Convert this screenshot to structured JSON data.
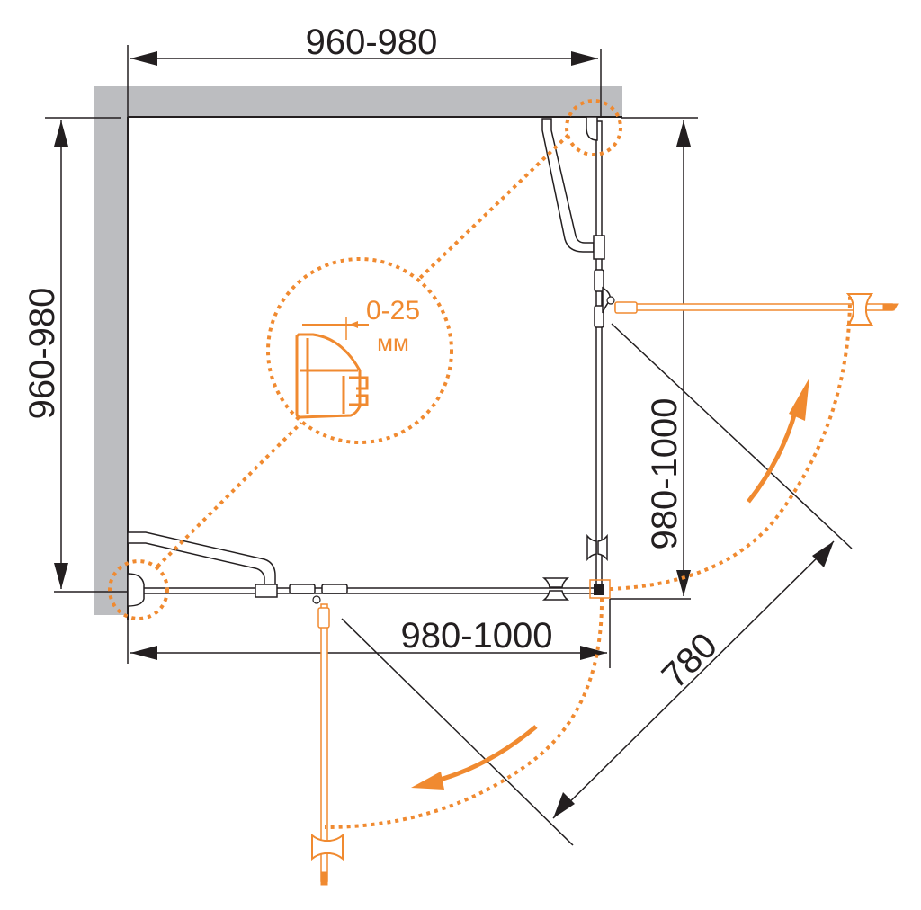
{
  "diagram": {
    "type": "shower-enclosure-plan",
    "colors": {
      "line": "#231f20",
      "wall": "#bcbdc0",
      "accent": "#f08a30"
    },
    "dimensions": {
      "top_width": "960-980",
      "left_height": "960-980",
      "right_height": "980-1000",
      "bottom_width": "980-1000",
      "door_diagonal": "780"
    },
    "detail_callout": {
      "adjustment_range": "0-25",
      "unit": "мм"
    },
    "icons": [
      "wall-bracket-icon",
      "hinge-icon",
      "door-handle-icon",
      "profile-section-icon",
      "swing-arrow-icon"
    ]
  }
}
